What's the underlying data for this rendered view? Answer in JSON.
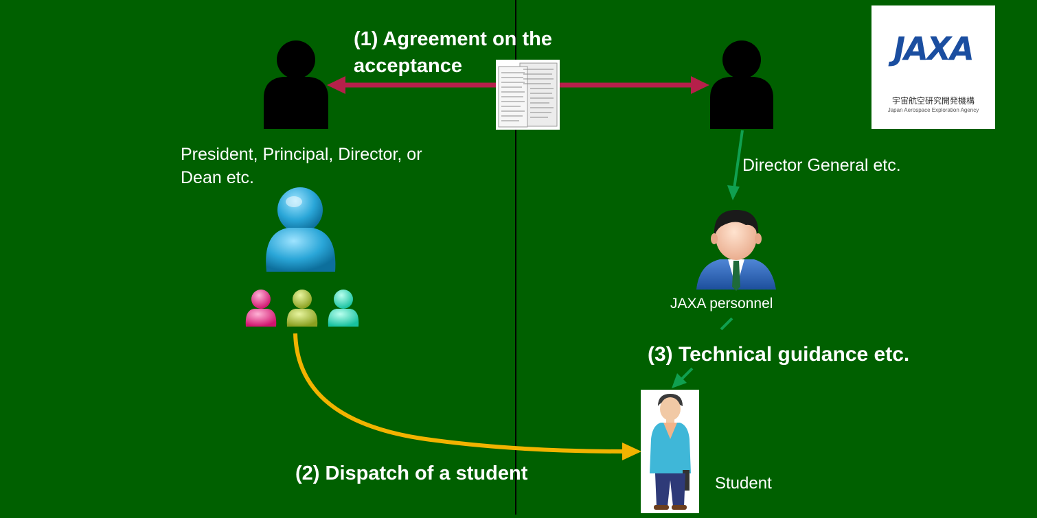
{
  "colors": {
    "background": "#006000",
    "agreement_arrow": "#b5204a",
    "guidance_arrow": "#10a050",
    "dispatch_arrow": "#f2b300",
    "jaxa_blue": "#1b4ea0"
  },
  "steps": {
    "agreement": {
      "line1": "(1) Agreement on the",
      "line2": "acceptance"
    },
    "dispatch": "(2) Dispatch of a student",
    "guidance": "(3) Technical guidance etc."
  },
  "roles": {
    "president": {
      "line1": "President, Principal, Director, or",
      "line2": "Dean etc."
    },
    "director_general": "Director General etc.",
    "jaxa_personnel": "JAXA personnel",
    "student": "Student"
  },
  "logo": {
    "wordmark": "JAXA",
    "japanese_name": "宇宙航空研究開発機構",
    "english_name": "Japan Aerospace Exploration Agency"
  },
  "icons": {
    "university_head": "person-silhouette-icon",
    "jaxa_head": "person-silhouette-icon",
    "university_group": "people-group-icon",
    "jaxa_staff": "businessman-icon",
    "student": "student-icon",
    "agreement": "document-icon"
  }
}
